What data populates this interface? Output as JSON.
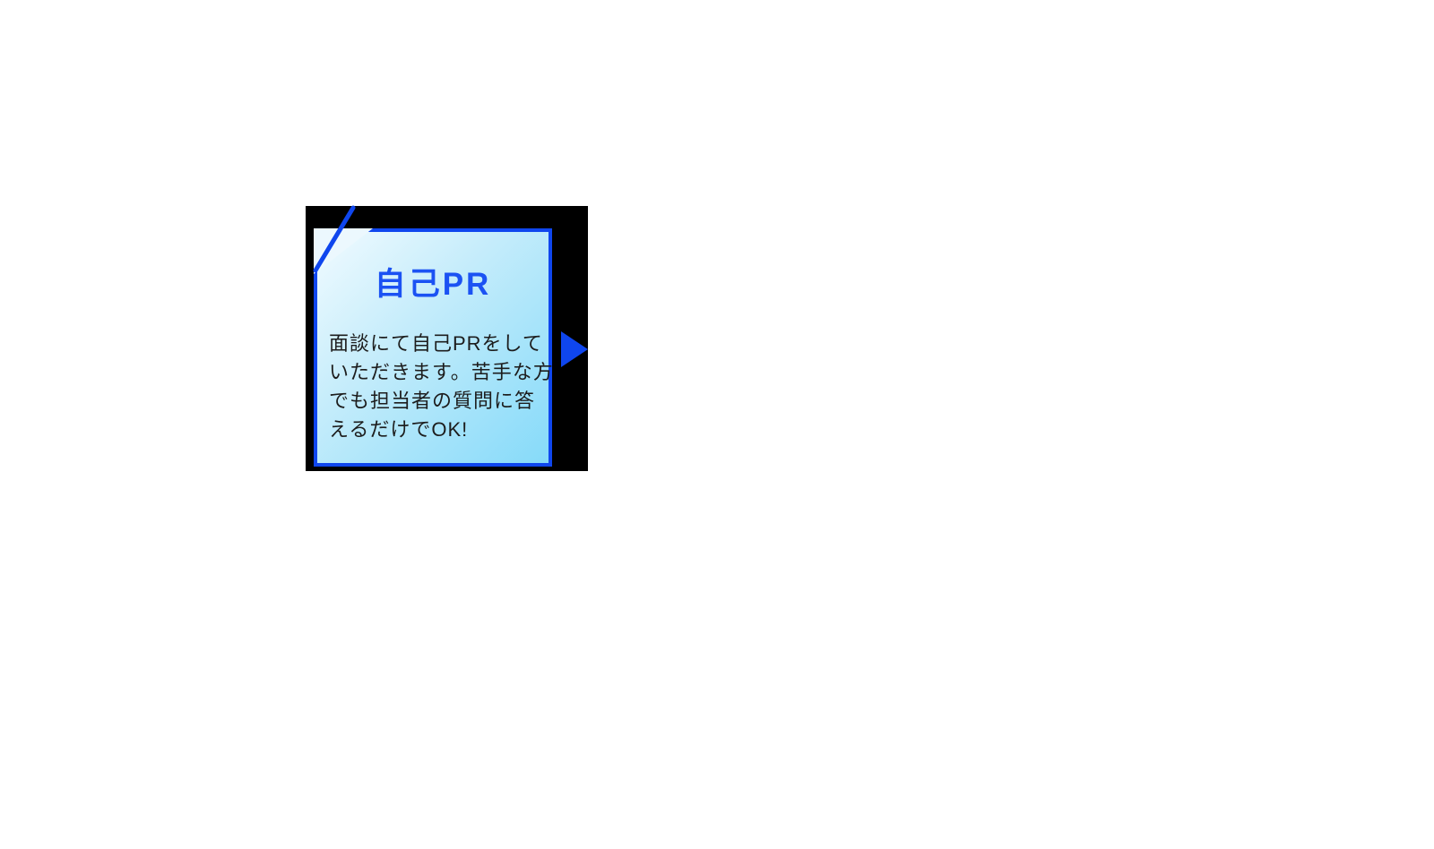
{
  "card": {
    "title": "自己PR",
    "body_lines": [
      "面談にて自己PRをして",
      "いただきます。苦手な方",
      "でも担当者の質問に答",
      "えるだけでOK!"
    ]
  },
  "icons": {
    "arrow_right": "right-pointing-triangle",
    "corner_accent": "diagonal-slash-line"
  },
  "colors": {
    "accent_blue": "#0f46ee",
    "title_blue": "#1b52f3",
    "card_gradient_start": "#f2fbff",
    "card_gradient_mid": "#c7edfb",
    "card_gradient_end": "#85daf9",
    "corner_highlight": "#ecf8fe",
    "body_text": "#1d1d1d",
    "backdrop_black": "#000000",
    "page_background": "#ffffff"
  }
}
